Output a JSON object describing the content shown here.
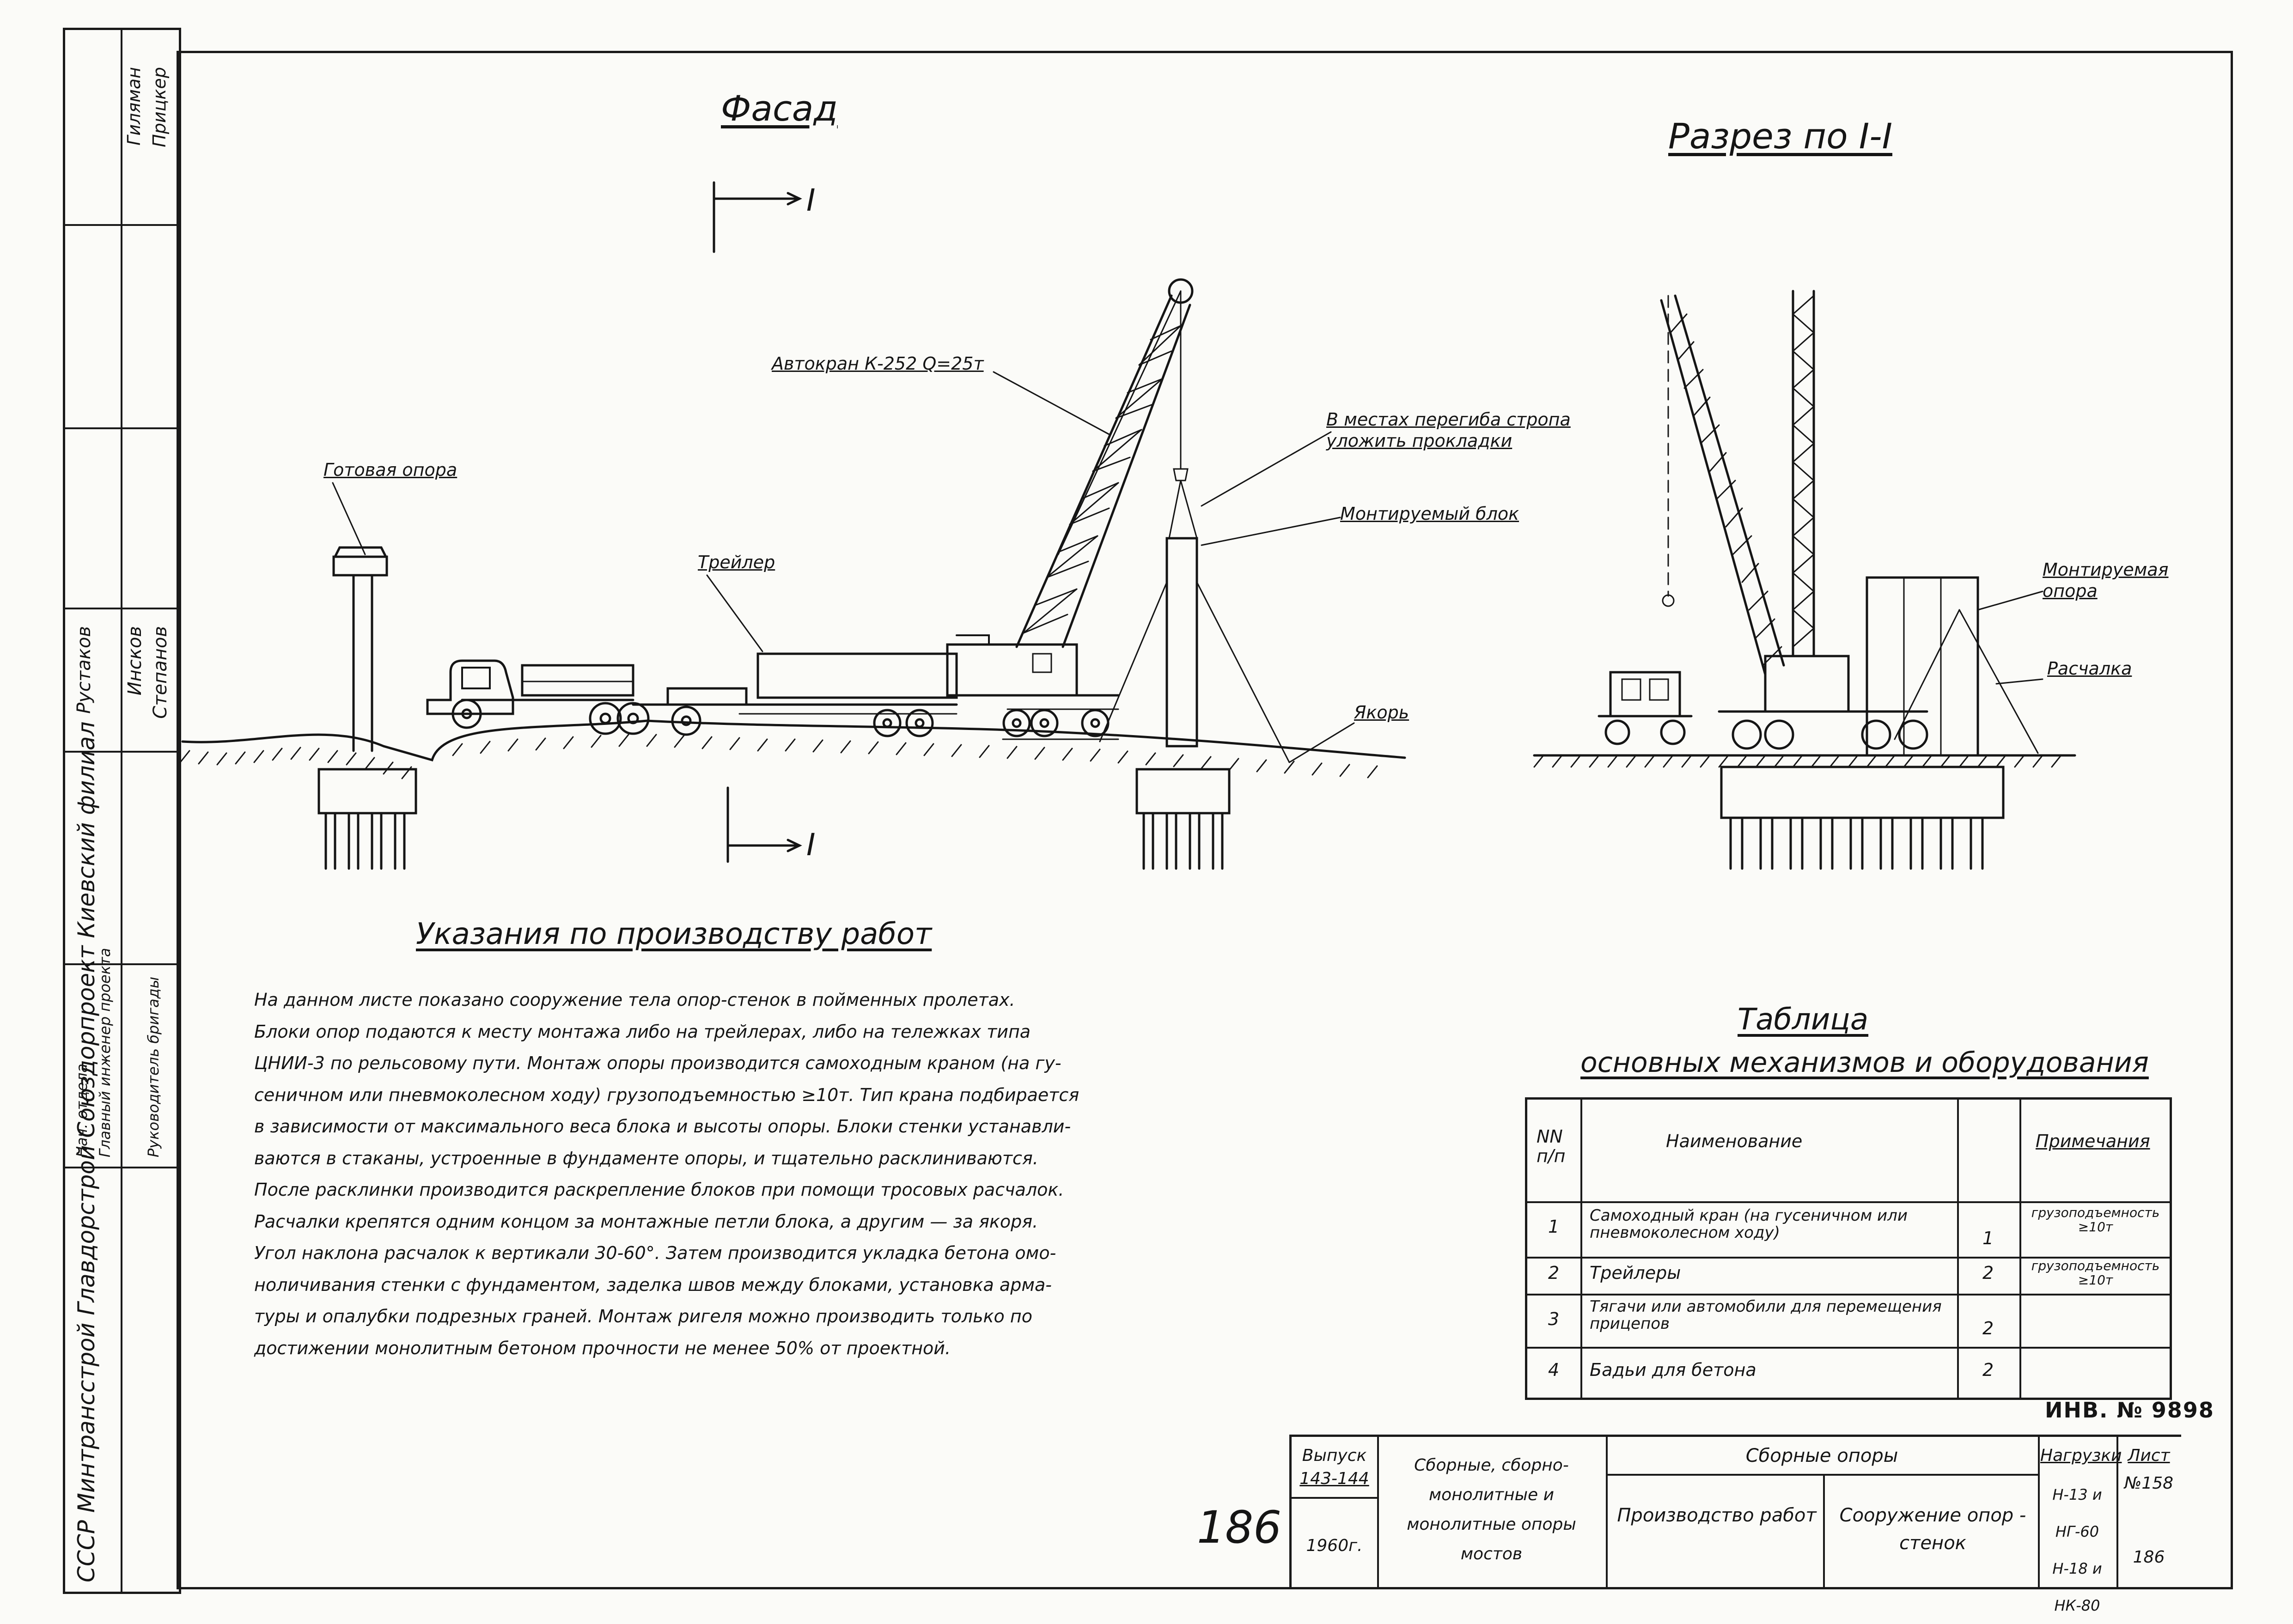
{
  "facade": {
    "title": "Фасад",
    "section_mark": "I",
    "labels": {
      "ready_support": "Готовая опора",
      "trailer": "Трейлер",
      "truck_crane": "Автокран К-252 Q=25т",
      "pads": "В местах перегиба стропа уложить прокладки",
      "block": "Монтируемый блок",
      "anchor": "Якорь"
    }
  },
  "section": {
    "title": "Разрез по I-I",
    "labels": {
      "support": "Монтируемая опора",
      "guy": "Расчалка"
    }
  },
  "instructions": {
    "title": "Указания по производству работ",
    "lines": [
      "На данном листе показано сооружение тела опор-стенок в пойменных пролетах.",
      "Блоки опор подаются к месту монтажа либо на трейлерах, либо на тележках типа",
      "ЦНИИ-3 по рельсовому пути. Монтаж опоры производится самоходным краном (на гу-",
      "сеничном или пневмоколесном ходу) грузоподъемностью ≥10т. Тип крана подбирается",
      "в зависимости от максимального веса блока и высоты опоры. Блоки стенки устанавли-",
      "ваются в стаканы, устроенные в фундаменте опоры, и тщательно расклиниваются.",
      "После расклинки производится раскрепление блоков при помощи тросовых расчалок.",
      "Расчалки крепятся одним концом за монтажные петли блока, а другим — за якоря.",
      "Угол наклона расчалок к вертикали 30-60°. Затем производится укладка бетона омо-",
      "ноличивания стенки с фундаментом, заделка швов между блоками, установка арма-",
      "туры и опалубки подрезных граней. Монтаж ригеля можно производить только по",
      "достижении монолитным бетоном прочности не менее 50% от проектной."
    ]
  },
  "equipment_table": {
    "title_line1": "Таблица",
    "title_line2": "основных механизмов и оборудования",
    "headers": {
      "num": "NN п/п",
      "name": "Наименование",
      "qty": "",
      "note": "Примечания"
    },
    "rows": [
      {
        "num": "1",
        "name": "Самоходный кран (на гусеничном или пневмоколесном ходу)",
        "qty": "1",
        "note": "грузоподъемность ≥10т"
      },
      {
        "num": "2",
        "name": "Трейлеры",
        "qty": "2",
        "note": "грузоподъемность ≥10т"
      },
      {
        "num": "3",
        "name": "Тягачи или автомобили для перемещения прицепов",
        "qty": "2",
        "note": ""
      },
      {
        "num": "4",
        "name": "Бадьи для бетона",
        "qty": "2",
        "note": ""
      }
    ]
  },
  "inventory_number": "ИНВ. № 9898",
  "page_number": "186",
  "title_block": {
    "issue_label": "Выпуск",
    "issue_value": "143-144",
    "year": "1960г.",
    "series": "Сборные, сборно-монолитные и монолитные опоры мостов",
    "header": "Сборные опоры",
    "work": "Производство работ",
    "construction": "Сооружение опор - стенок",
    "loads_label": "Нагрузки",
    "loads_value": "Н-13 и НГ-60 Н-18 и НК-80",
    "sheet_label": "Лист",
    "sheet_value": "№158",
    "sheet_page": "186"
  },
  "side_stamp": {
    "org": "СССР Минтрансстрой Главдорстрой Союздорпроект Киевский филиал",
    "roles": [
      "Нач. отдела",
      "Главный инженер проекта",
      "Руководитель бригады"
    ],
    "names": [
      "Рустаков",
      "Инсков",
      "Степанов"
    ],
    "top_names": [
      "Гиляман",
      "Прицкер"
    ]
  }
}
